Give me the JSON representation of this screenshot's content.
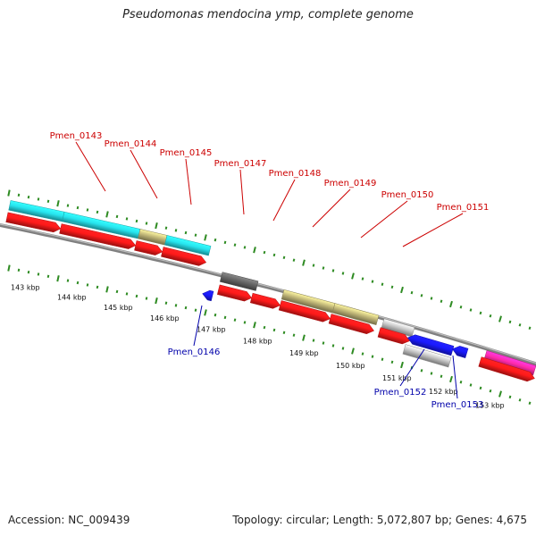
{
  "title": "Pseudomonas mendocina ymp, complete genome",
  "footer": {
    "accession": "Accession: NC_009439",
    "summary": "Topology: circular; Length: 5,072,807 bp; Genes: 4,675"
  },
  "colors": {
    "backbone": "#808080",
    "ticks": "#2e8b22",
    "forward_label": "#cc0000",
    "reverse_label": "#0000aa",
    "cds": "#ff1a1a",
    "cyan": "#27e4ee",
    "tan": "#c2b879",
    "gray_light": "#c8c8c8",
    "gray_dark": "#666666",
    "blue": "#1a1aff",
    "magenta": "#ff2aaa"
  },
  "scale": {
    "unit": "kbp",
    "ticks": [
      "143 kbp",
      "144 kbp",
      "145 kbp",
      "146 kbp",
      "147 kbp",
      "148 kbp",
      "149 kbp",
      "150 kbp",
      "151 kbp",
      "152 kbp",
      "153 kbp"
    ]
  },
  "genes": {
    "forward": [
      "Pmen_0143",
      "Pmen_0144",
      "Pmen_0145",
      "Pmen_0147",
      "Pmen_0148",
      "Pmen_0149",
      "Pmen_0150",
      "Pmen_0151"
    ],
    "reverse": [
      "Pmen_0146",
      "Pmen_0152",
      "Pmen_0153"
    ]
  }
}
